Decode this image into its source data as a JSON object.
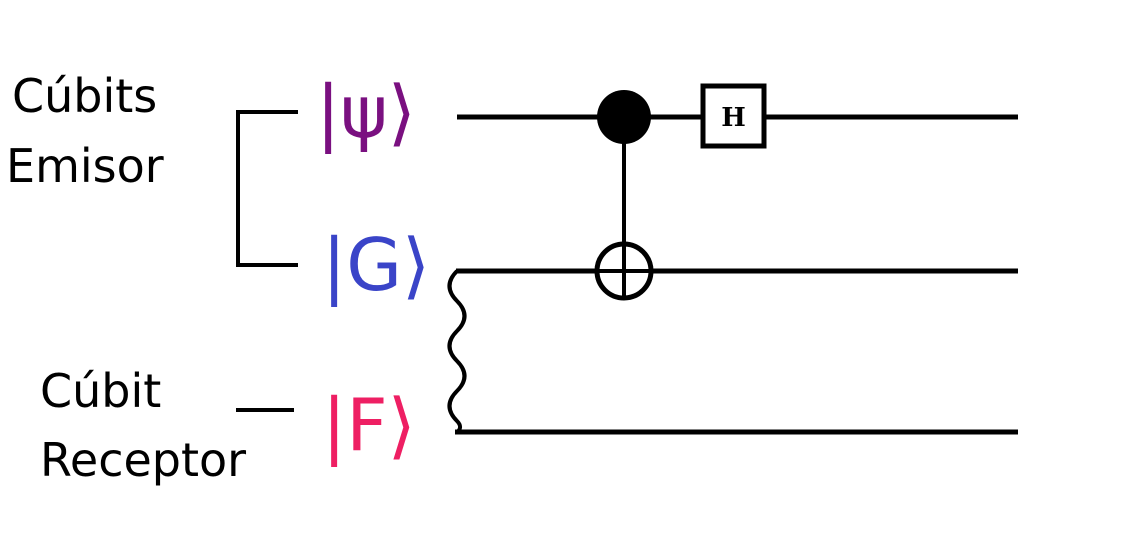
{
  "labels": {
    "emisor_line1": "Cúbits",
    "emisor_line2": "Emisor",
    "receptor_line1": "Cúbit",
    "receptor_line2": "Receptor"
  },
  "kets": {
    "psi": "|ψ⟩",
    "g": "|G⟩",
    "f": "|F⟩"
  },
  "gates": {
    "hadamard": "H"
  },
  "colors": {
    "psi": "#7a1080",
    "g": "#3a44c8",
    "f": "#ee1f63",
    "wire": "#000000"
  }
}
